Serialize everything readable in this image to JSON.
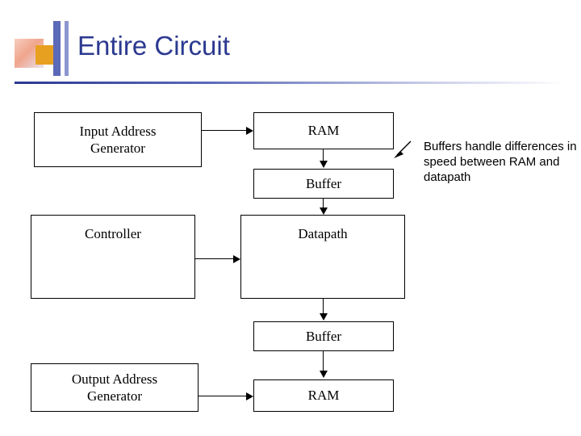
{
  "slide": {
    "title": "Entire Circuit",
    "title_color": "#2b3990"
  },
  "diagram": {
    "boxes": [
      {
        "name": "input-address-generator",
        "label": "Input Address\nGenerator"
      },
      {
        "name": "ram-top",
        "label": "RAM"
      },
      {
        "name": "buffer-top",
        "label": "Buffer"
      },
      {
        "name": "controller",
        "label": "Controller"
      },
      {
        "name": "datapath",
        "label": "Datapath"
      },
      {
        "name": "buffer-bottom",
        "label": "Buffer"
      },
      {
        "name": "output-address-generator",
        "label": "Output Address\nGenerator"
      },
      {
        "name": "ram-bottom",
        "label": "RAM"
      }
    ],
    "annotation": "Buffers handle differences in speed between RAM and datapath"
  }
}
